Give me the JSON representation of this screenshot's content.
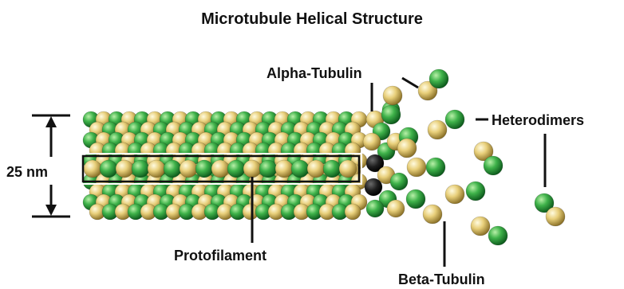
{
  "title": "Microtubule Helical Structure",
  "labels": {
    "alpha": "Alpha-Tubulin",
    "beta": "Beta-Tubulin",
    "heterodimers": "Heterodimers",
    "protofilament": "Protofilament",
    "diameter": "25 nm"
  },
  "colors": {
    "alpha_tubulin": "#e8cf7a",
    "beta_tubulin": "#3fb24a",
    "line": "#111111"
  }
}
